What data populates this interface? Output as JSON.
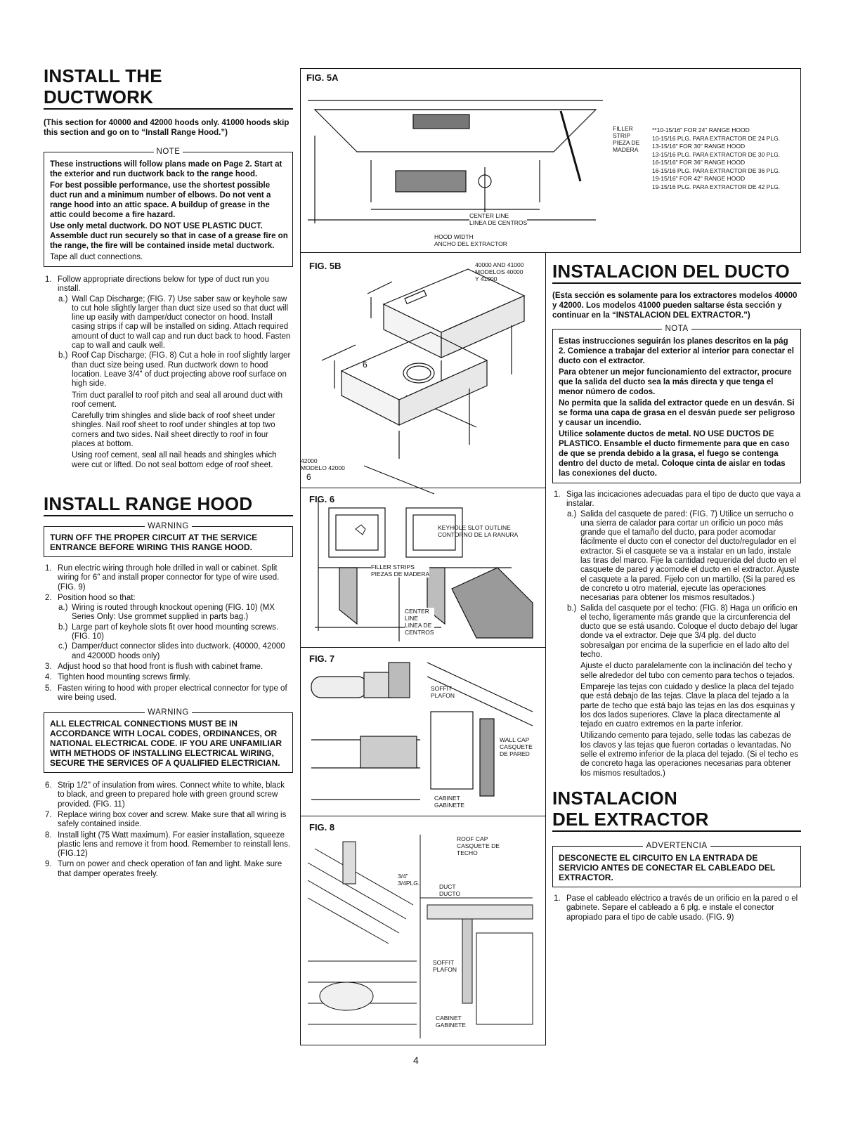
{
  "left": {
    "heading_line1": "INSTALL THE",
    "heading_line2": "DUCTWORK",
    "lead": "(This section for 40000 and 42000 hoods only. 41000 hoods skip this section and go on to “Install Range Hood.”)",
    "note_label": "NOTE",
    "note_paragraphs": [
      "These instructions will follow plans made on Page 2. Start at the exterior and run ductwork back to the range hood.",
      "For best possible performance, use the shortest possible duct run and a minimum number of elbows. Do not vent a range hood into an attic space. A buildup of grease in the attic could become a fire hazard.",
      "Use only metal ductwork. DO NOT USE PLASTIC DUCT. Assemble duct run securely so that in case of a grease fire on the range, the fire will be contained inside metal ductwork.",
      "Tape all duct connections."
    ],
    "duct_step1": "Follow appropriate directions below for type of duct run you install.",
    "duct_step1a": "Wall Cap Discharge; (FIG. 7) Use saber saw or keyhole saw to cut hole slightly larger than duct size used so that duct will line up easily with damper/duct conector on hood. Install casing strips if cap will be installed on siding. Attach required amount of duct to wall cap and run duct back to hood. Fasten cap to wall and caulk well.",
    "duct_step1b": "Roof Cap Discharge; (FIG. 8) Cut a hole in roof slightly larger than duct size being used. Run ductwork down to hood location. Leave 3/4\" of duct projecting above roof surface on high side.",
    "duct_step1b_p2": "Trim duct parallel to roof pitch and seal all around duct with roof cement.",
    "duct_step1b_p3": "Carefully trim shingles and slide back of roof sheet under shingles. Nail roof sheet to roof under shingles at top two corners and two sides. Nail sheet directly to roof in four places at bottom.",
    "duct_step1b_p4": "Using roof cement, seal all nail heads and shingles which were cut or lifted. Do not seal bottom edge of roof sheet.",
    "heading2": "INSTALL RANGE HOOD",
    "warning_label": "WARNING",
    "warning1": "TURN OFF THE PROPER CIRCUIT AT THE SERVICE ENTRANCE BEFORE WIRING THIS RANGE HOOD.",
    "hood_step1": "Run electric wiring through hole drilled in wall or cabinet. Split wiring for 6\" and install proper connector for type of wire used. (FIG. 9)",
    "hood_step2": "Position hood so that:",
    "hood_step2a": "Wiring is routed through knockout opening (FIG. 10) (MX Series Only: Use grommet supplied in parts bag.)",
    "hood_step2b": "Large part of keyhole slots fit over hood mounting screws. (FIG. 10)",
    "hood_step2c": "Damper/duct connector slides into ductwork. (40000, 42000 and 42000D hoods only)",
    "hood_step3": "Adjust hood so that hood front is flush with cabinet frame.",
    "hood_step4": "Tighten hood mounting screws firmly.",
    "hood_step5": "Fasten wiring to hood with proper electrical connector for type of wire being used.",
    "warning2_label": "WARNING",
    "warning2": "ALL ELECTRICAL CONNECTIONS MUST BE IN ACCORDANCE WITH LOCAL CODES, ORDINANCES, OR NATIONAL ELECTRICAL CODE. IF YOU ARE UNFAMILIAR WITH METHODS OF INSTALLING ELECTRICAL WIRING, SECURE THE SERVICES OF A QUALIFIED ELECTRICIAN.",
    "hood_step6": "Strip 1/2\" of insulation from wires. Connect white to white, black to black, and green to prepared hole with green ground screw provided. (FIG. 11)",
    "hood_step7": "Replace wiring box cover and screw. Make sure that all wiring is safely contained inside.",
    "hood_step8": "Install light (75 Watt maximum). For easier installation, squeeze plastic lens and remove it from hood. Remember to reinstall lens. (FIG.12)",
    "hood_step9": "Turn on power and check operation of fan and light. Make sure that damper operates freely."
  },
  "right": {
    "heading": "INSTALACION DEL DUCTO",
    "lead": "(Esta sección es solamente para los extractores modelos 40000 y 42000. Los modelos 41000 pueden saltarse ésta sección y continuar en la “INSTALACION DEL EXTRACTOR.”)",
    "note_label": "NOTA",
    "note_paragraphs": [
      "Estas instrucciones seguirán los planes descritos en la pág 2. Comience a trabajar del exterior al interior para conectar el ducto con el extractor.",
      "Para obtener un mejor funcionamiento del extractor, procure que la salida del ducto sea la más directa y que tenga el menor número de codos.",
      "No permita que la salida del extractor quede en un desván. Si se forma una capa de grasa en el desván puede ser peligroso y causar un incendio.",
      "Utilice solamente ductos de metal. NO USE DUCTOS DE PLASTICO. Ensamble el ducto firmemente para que en caso de que se prenda debido a la grasa, el fuego se contenga dentro del ducto de metal. Coloque cinta de aislar en todas las conexiones del ducto."
    ],
    "step1": "Siga las incicaciones adecuadas para el tipo de ducto que vaya a instalar.",
    "step1a": "Salida del casquete de pared: (FIG. 7) Utilice un serrucho o una sierra de calador para cortar un orificio un poco más grande que el tamaño del ducto, para poder acomodar fácilmente el ducto con el conector del ducto/regulador en el extractor. Si el casquete se va a instalar en un lado, instale las tiras del marco. Fije la cantidad requerida del ducto en el casquete de pared y acomode el ducto en el extractor. Ajuste el casquete a la pared. Fijelo con un martillo. (Si la pared es de concreto u otro material, ejecute las operaciones necesarias para obtener los mismos resultados.)",
    "step1b": "Salida del casquete por el techo: (FIG. 8) Haga un orificio en el techo, ligeramente más grande que la circunferencia del ducto que se está usando. Coloque el ducto debajo del lugar donde va el extractor. Deje que 3/4 plg. del ducto sobresalgan por encima de la superficie en el lado alto del techo.",
    "step1b_p2": "Ajuste el ducto paralelamente con la inclinación del techo y selle alrededor del tubo con cemento para techos o tejados.",
    "step1b_p3": "Empareje las tejas con cuidado y deslice la placa del tejado que está debajo de las tejas. Clave la placa del tejado a la parte de techo que está bajo las tejas en las dos esquinas y los dos lados superiores. Clave la placa directamente al tejado en cuatro extremos en la parte inferior.",
    "step1b_p4": "Utilizando cemento para tejado, selle todas las cabezas de los clavos y las tejas que fueron cortadas o levantadas. No selle el extremo inferior de la placa del tejado. (Si el techo es de concreto haga las operaciones necesarias para obtener los mismos resultados.)",
    "heading2_line1": "INSTALACION",
    "heading2_line2": "DEL EXTRACTOR",
    "warning_label": "ADVERTENCIA",
    "warning": "DESCONECTE EL CIRCUITO EN LA ENTRADA DE SERVICIO ANTES DE CONECTAR EL CABLEADO DEL EXTRACTOR.",
    "step_last": "Pase el cableado eléctrico a través de un orificio en la pared o el gabinete. Separe el cableado a 6 plg. e instale el conector apropiado para el tipo de cable usado. (FIG. 9)"
  },
  "fig5a": {
    "label": "FIG. 5A",
    "filler_en": "FILLER",
    "filler_en2": "STRIP",
    "filler_es": "PIEZA DE",
    "filler_es2": "MADERA",
    "center_en": "CENTER LINE",
    "center_es": "LINEA DE CENTROS",
    "width_en": "HOOD WIDTH",
    "width_es": "ANCHO DEL EXTRACTOR",
    "sizes": [
      "**10-15/16\" FOR 24\" RANGE HOOD",
      "10-15/16 PLG. PARA EXTRACTOR DE 24 PLG.",
      "13-15/16\" FOR 30\" RANGE HOOD",
      "13-15/16 PLG. PARA EXTRACTOR DE 30 PLG.",
      "16-15/16\" FOR 36\" RANGE HOOD",
      "16-15/16 PLG. PARA EXTRACTOR DE 36 PLG.",
      "19-15/16\" FOR 42\" RANGE HOOD",
      "19-15/16 PLG. PARA EXTRACTOR DE 42 PLG."
    ]
  },
  "fig5b": {
    "label": "FIG. 5B",
    "models_top_1": "40000 AND 41000",
    "models_top_2": "MODELOS 40000",
    "models_top_3": "Y 41000",
    "models_bottom_1": "42000",
    "models_bottom_2": "MODELO 42000"
  },
  "fig6": {
    "label": "FIG. 6",
    "keyhole_en": "KEYHOLE SLOT OUTLINE",
    "keyhole_es": "CONTORNO DE LA RANURA",
    "filler_en": "FILLER STRIPS",
    "filler_es": "PIEZAS DE MADERA",
    "center_1": "CENTER",
    "center_2": "LINE",
    "center_3": "LINEA DE",
    "center_4": "CENTROS"
  },
  "fig7": {
    "label": "FIG. 7",
    "soffit_en": "SOFFIT",
    "soffit_es": "PLAFON",
    "wallcap_1": "WALL CAP",
    "wallcap_2": "CASQUETE",
    "wallcap_3": "DE PARED",
    "cabinet_en": "CABINET",
    "cabinet_es": "GABINETE"
  },
  "fig8": {
    "label": "FIG. 8",
    "roofcap_1": "ROOF CAP",
    "roofcap_2": "CASQUETE DE",
    "roofcap_3": "TECHO",
    "dim_1": "3/4\"",
    "dim_2": "3/4PLG.",
    "duct_en": "DUCT",
    "duct_es": "DUCTO",
    "soffit_en": "SOFFIT",
    "soffit_es": "PLAFON",
    "cabinet_en": "CABINET",
    "cabinet_es": "GABINETE"
  },
  "page_number": "4"
}
